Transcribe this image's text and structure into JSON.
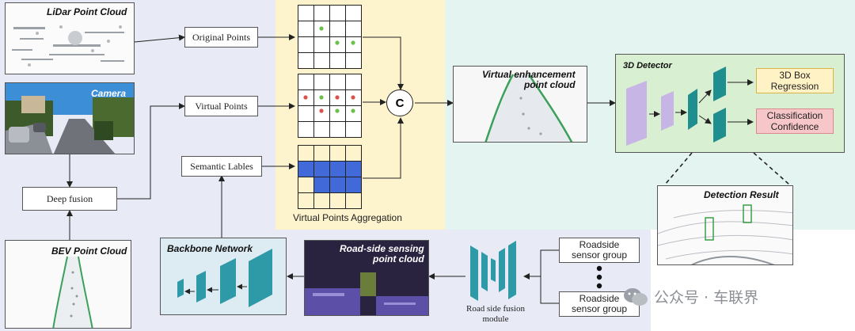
{
  "panels": {
    "lidar": "LiDar Point Cloud",
    "camera": "Camera",
    "bev": "BEV Point Cloud",
    "virtual_enhancement": "Virtual enhancement\npoint cloud",
    "detection_result": "Detection Result",
    "road_side_sensing": "Road-side sensing\npoint cloud",
    "backbone": "Backbone Network",
    "detector": "3D Detector"
  },
  "boxes": {
    "original_points": "Original Points",
    "virtual_points": "Virtual Points",
    "semantic_lables": "Semantic Lables",
    "deep_fusion": "Deep fusion",
    "box_regression": "3D Box\nRegression",
    "classification": "Classification\nConfidence",
    "roadside_group_1": "Roadside\nsensor group",
    "roadside_group_2": "Roadside\nsensor group"
  },
  "labels": {
    "aggregation": "Virtual Points Aggregation",
    "concat": "C",
    "road_side_fusion": "Road side fusion\nmodule",
    "watermark": "公众号 · 车联界"
  },
  "colors": {
    "left_bg": "#e8eaf6",
    "aggregation_bg": "#fdf3cd",
    "right_bg": "#e3f4f1",
    "detector_bg": "#d8efd2",
    "backbone_bg": "#dcecf2",
    "regression_bg": "#fff2c4",
    "classification_bg": "#f6c6c8",
    "semantic_blue": "#4169d8",
    "teal": "#2e9aa8"
  }
}
